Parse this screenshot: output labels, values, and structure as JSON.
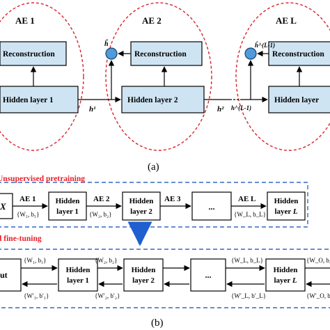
{
  "part_a": {
    "caption": "(a)",
    "autoencoders": [
      {
        "title": "AE 1",
        "reconstruction_label": "Reconstruction",
        "hidden_label": "Hidden layer 1"
      },
      {
        "title": "AE 2",
        "reconstruction_label": "Reconstruction",
        "hidden_label": "Hidden layer 2"
      },
      {
        "title": "AE L",
        "reconstruction_label": "Reconstruction",
        "hidden_label": "Hidden layer"
      }
    ],
    "signals": {
      "h1": "h¹",
      "h2": "h²",
      "hl1": "h^(L-1)",
      "hhat": "ĥ",
      "hhat_l": "ĥ^(L-1)"
    }
  },
  "part_b": {
    "caption": "(b)",
    "pretraining_title": "Unsupervised pretraining",
    "finetuning_title": "d fine-tuning",
    "pretrain_row": {
      "input_label": "X",
      "nodes": [
        "Hidden layer 1",
        "Hidden layer 2",
        "...",
        "Hidden layer L"
      ],
      "edges": [
        {
          "ae": "AE 1",
          "params": "{W₁, b₁}"
        },
        {
          "ae": "AE 2",
          "params": "{W₂, b₂}"
        },
        {
          "ae": "AE 3",
          "params": ""
        },
        {
          "ae": "AE L",
          "params": "{W_L, b_L}"
        }
      ]
    },
    "finetune_row": {
      "input_label": "ut",
      "nodes": [
        "Hidden layer 1",
        "Hidden layer 2",
        "...",
        "Hidden layer L"
      ],
      "forward_params": [
        "{W₁, b₁}",
        "{W₂, b₂}",
        "{W_L, b_L}",
        "{W_O, b_O}"
      ],
      "backward_params": [
        "{W′₁, b′₁}",
        "{W′₂, b′₂}",
        "{W′_L, b′_L}",
        "{W′_O, b′_O}"
      ]
    }
  },
  "colors": {
    "box_fill": "#cfe4f3",
    "box_border": "#000000",
    "ellipse_red": "#d9232e",
    "dashed_blue": "#3566c8",
    "arrow_blue": "#1f5fd0",
    "circle_fill": "#4f9ad8",
    "title_red": "#e8202a"
  }
}
